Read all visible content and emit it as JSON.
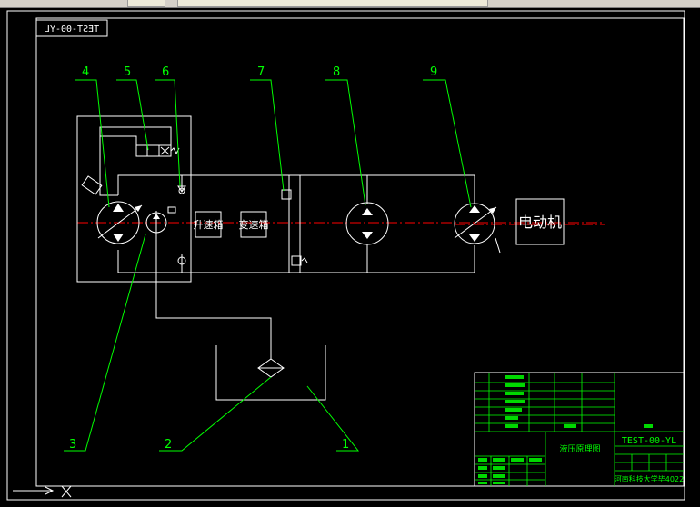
{
  "drawing": {
    "code_top": "TEST-00-YL",
    "code_title": "TEST-00-YL",
    "title_cn": "液压原理图",
    "school": "河南科技大学毕4022",
    "motor_label": "电动机",
    "reducer_label": "升速箱",
    "speed_box_label": "变速箱"
  },
  "callouts": [
    "1",
    "2",
    "3",
    "4",
    "5",
    "6",
    "7",
    "8",
    "9"
  ],
  "colors": {
    "background": "#000000",
    "line": "#ffffff",
    "leader": "#00ff00",
    "centerline": "#ff0000",
    "component": "#ffffff"
  }
}
